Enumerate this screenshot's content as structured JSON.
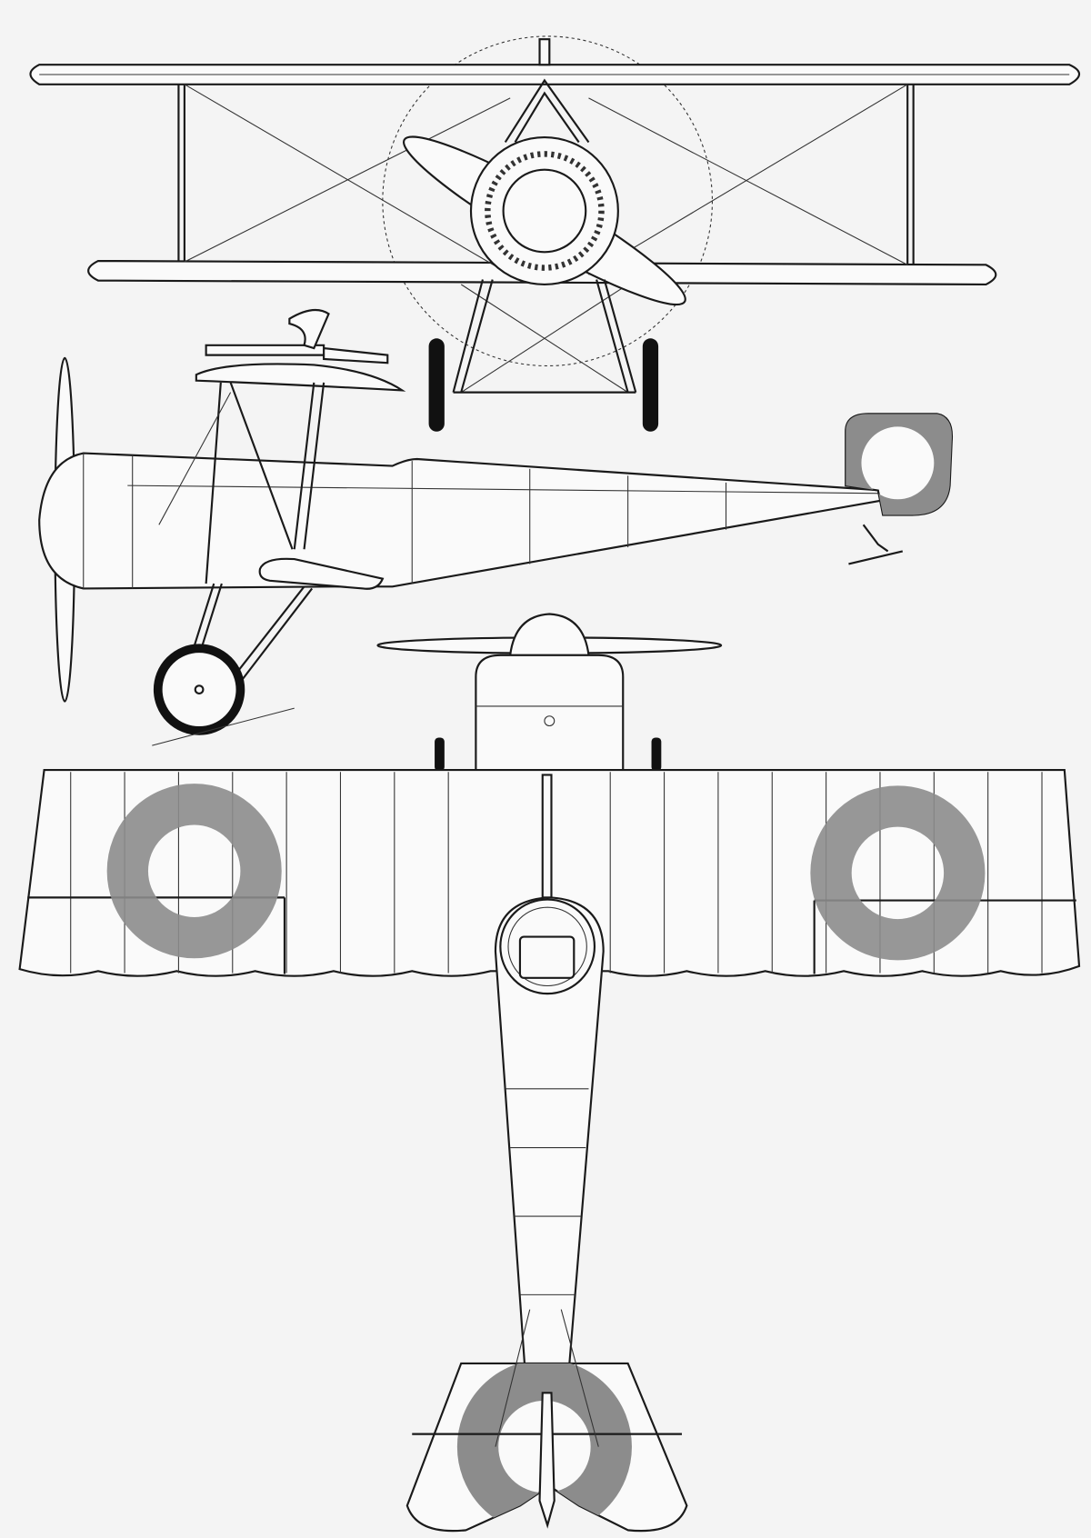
{
  "drawing": {
    "views": [
      "front-view",
      "side-view",
      "top-view"
    ],
    "colors": {
      "paper": "#f4f4f4",
      "line": "#1a1a1a",
      "roundel": "#8c8c8c",
      "wheel": "#111111"
    }
  }
}
